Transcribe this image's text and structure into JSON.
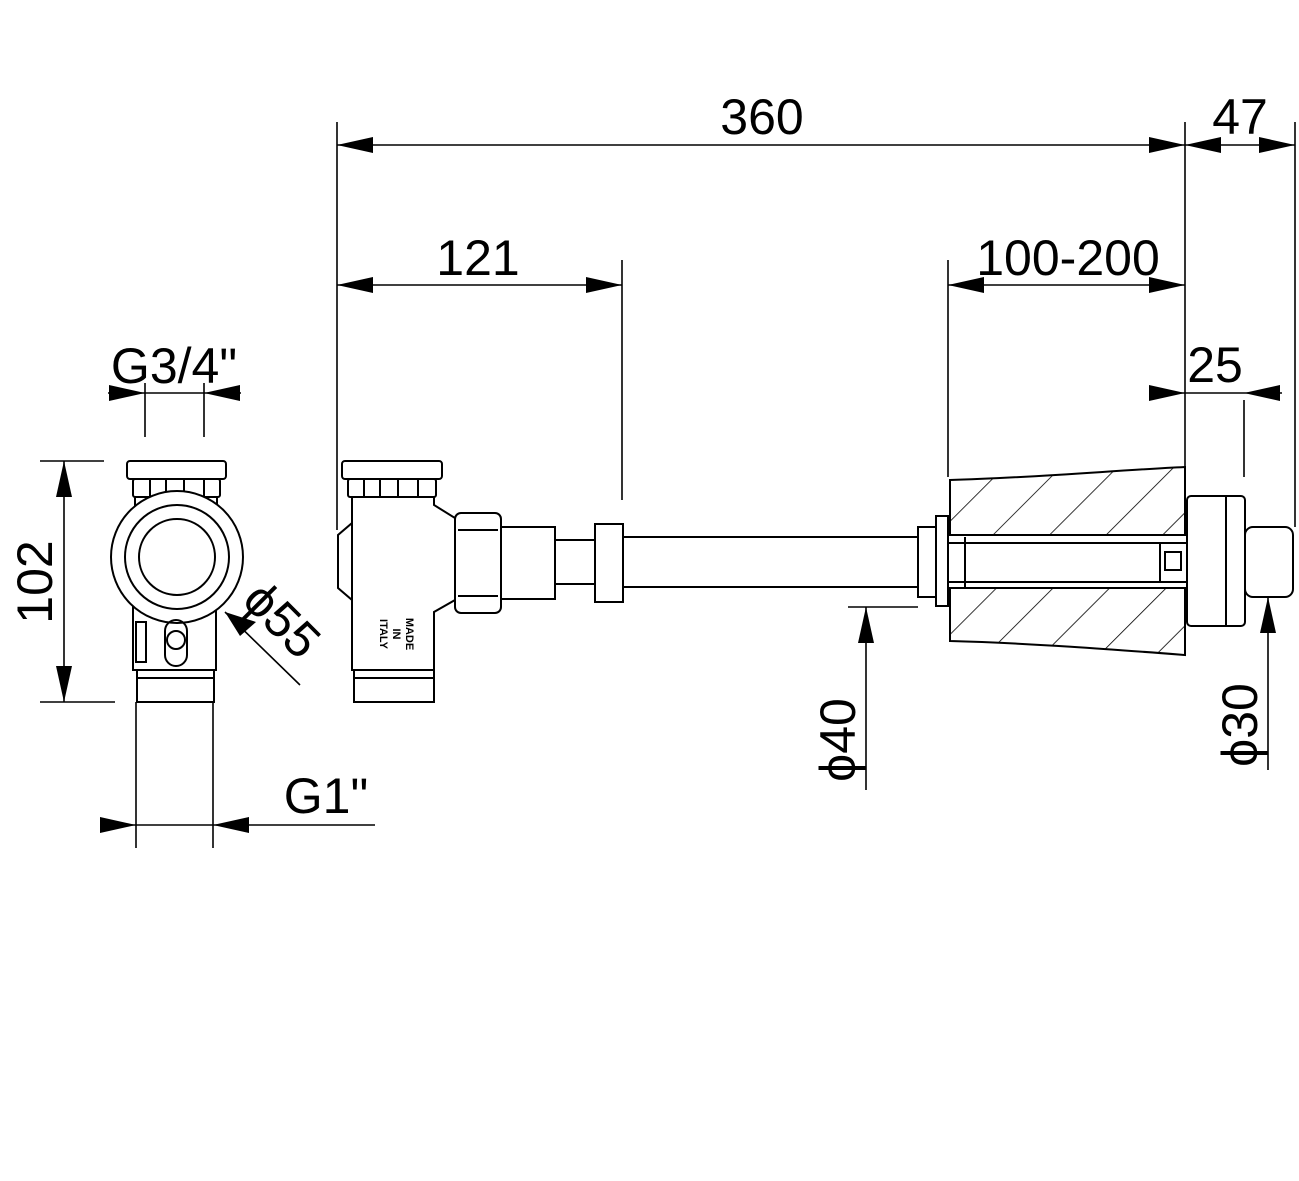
{
  "dimensions": {
    "overall_length": "360",
    "cap_depth": "47",
    "inlet_offset": "121",
    "wall_range": "100-200",
    "button_projection": "25",
    "inlet_thread": "G3/4\"",
    "height": "102",
    "body_diameter": "ϕ55",
    "outlet_thread": "G1\"",
    "pipe_diameter": "ϕ40",
    "button_diameter": "ϕ30"
  },
  "body_marking": {
    "line1": "MADE",
    "line2": "IN",
    "line3": "ITALY"
  }
}
